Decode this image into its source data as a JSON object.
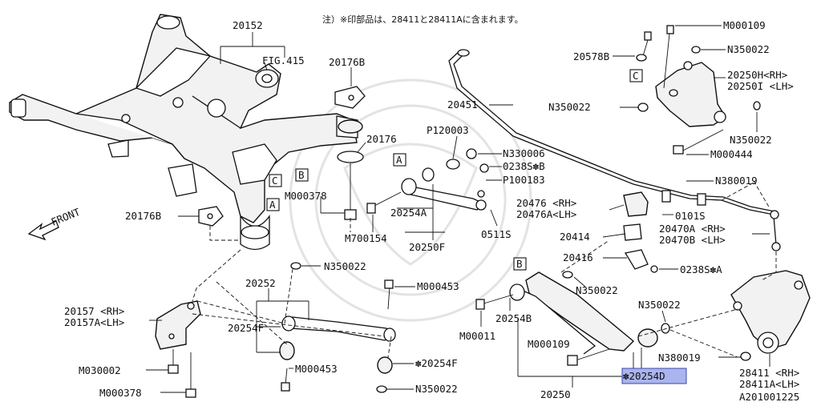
{
  "header": {
    "note": "注）※印部品は、28411と28411Aに含まれます。"
  },
  "letters": {
    "a": "A",
    "b": "B",
    "c": "C"
  },
  "front_label": "FRONT",
  "callouts": {
    "p20152": "20152",
    "fig415": "FIG.415",
    "p20176b_top": "20176B",
    "p20176": "20176",
    "p120003": "P120003",
    "n330006": "N330006",
    "p0238s_b": "0238S✽B",
    "p100183": "P100183",
    "m000378_mid": "M000378",
    "p20254a": "20254A",
    "m700154": "M700154",
    "p20250f": "20250F",
    "p0511s": "0511S",
    "p20451": "20451",
    "m000109_top": "M000109",
    "p20578b": "20578B",
    "n350022_top": "N350022",
    "p20250h": "20250H<RH>",
    "p20250i": "20250I <LH>",
    "n350022_c": "N350022",
    "n350022_r": "N350022",
    "m000444": "M000444",
    "n380019_top": "N380019",
    "p20476": "20476 <RH>",
    "p20476a": "20476A<LH>",
    "p0101s": "0101S",
    "p20414": "20414",
    "p20470a": "20470A <RH>",
    "p20470b": "20470B <LH>",
    "p20416": "20416",
    "p0238s_a": "0238S✽A",
    "p20176b_left": "20176B",
    "n350022_mid": "N350022",
    "p20252": "20252",
    "m000453_mid": "M000453",
    "n350022_b": "N350022",
    "p20157": "20157 <RH>",
    "p20157a": "20157A<LH>",
    "p20254f": "20254F",
    "p20254b": "20254B",
    "m00011": "M00011",
    "m000109_b": "M000109",
    "n350022_br": "N350022",
    "n380019_b": "N380019",
    "m030002": "M030002",
    "m000453_b": "M000453",
    "p20254f_star": "✽20254F",
    "p20254d": "✽20254D",
    "m000378_b": "M000378",
    "n350022_bottom": "N350022",
    "p20250": "20250",
    "p28411": "28411 <RH>",
    "p28411a": "28411A<LH>",
    "ref": "A201001225"
  },
  "colors": {
    "highlight_fill": "#aab4ee",
    "highlight_stroke": "#3a47a8",
    "line": "#111111"
  }
}
